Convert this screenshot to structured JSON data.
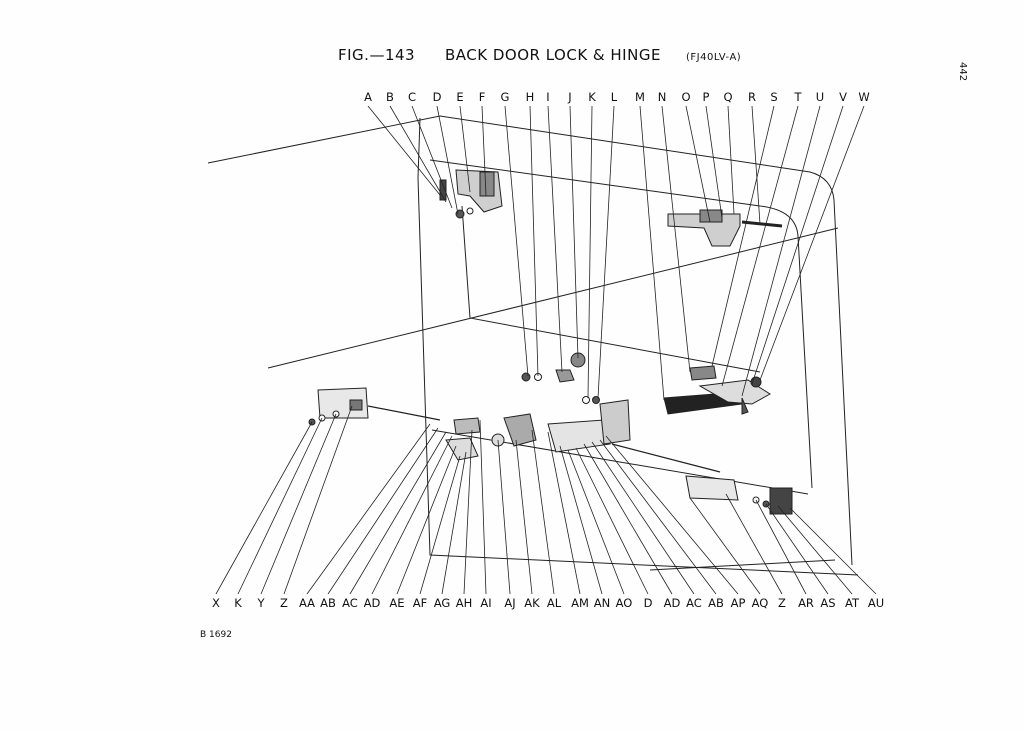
{
  "header": {
    "fig_number": "FIG.—143",
    "fig_title": "BACK DOOR LOCK & HINGE",
    "model": "(FJ40LV-A)",
    "page_number": "442"
  },
  "reference_code": "B 1692",
  "top_labels": [
    "A",
    "B",
    "C",
    "D",
    "E",
    "F",
    "G",
    "H",
    "I",
    "J",
    "K",
    "L",
    "M",
    "N",
    "O",
    "P",
    "Q",
    "R",
    "S",
    "T",
    "U",
    "V",
    "W"
  ],
  "bottom_labels": [
    "X",
    "K",
    "Y",
    "Z",
    "AA",
    "AB",
    "AC",
    "AD",
    "AE",
    "AF",
    "AG",
    "AH",
    "AI",
    "AJ",
    "AK",
    "AL",
    "AM",
    "AN",
    "AO",
    "D",
    "AD",
    "AC",
    "AB",
    "AP",
    "AQ",
    "Z",
    "AR",
    "AS",
    "AT",
    "AU"
  ]
}
